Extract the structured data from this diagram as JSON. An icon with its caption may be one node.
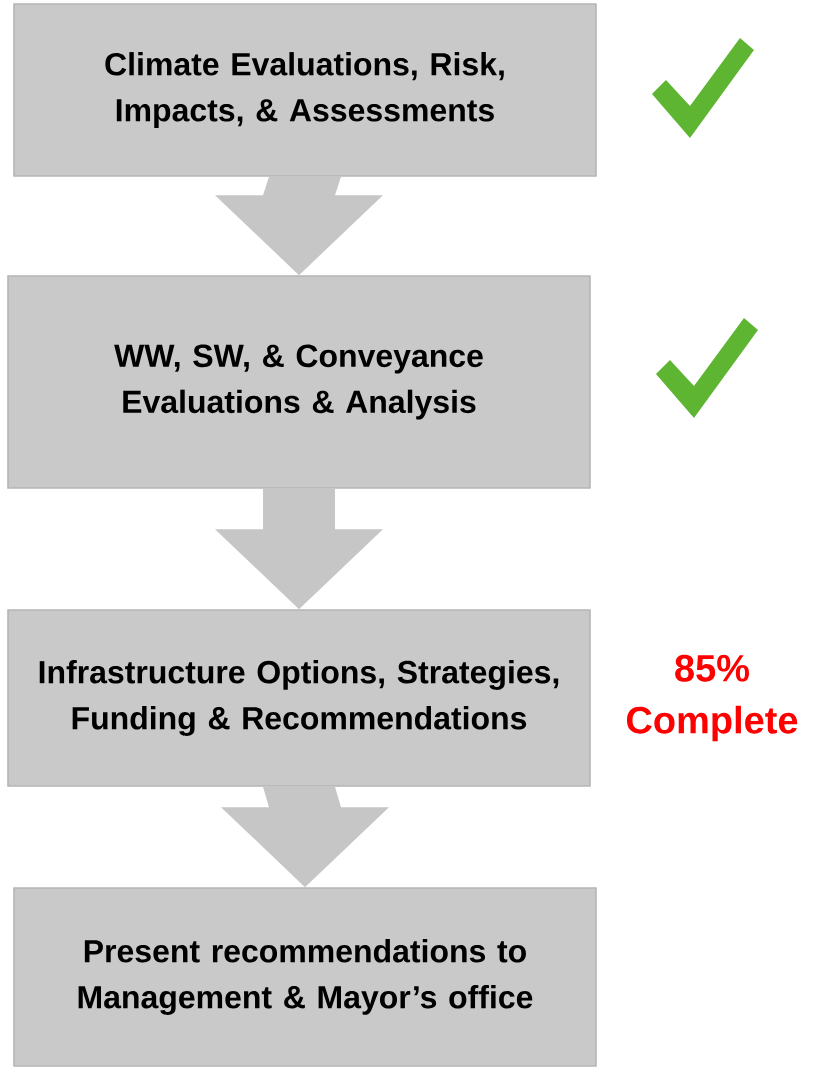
{
  "diagram": {
    "nodes": [
      {
        "text": [
          "Climate Evaluations, Risk, Impacts, & Assessments"
        ]
      },
      {
        "text": [
          "WW, SW, & Conveyance Evaluations & Analysis"
        ]
      },
      {
        "text": [
          "Infrastructure Options, Strategies, Funding & Recommendations"
        ],
        "beside": [
          "85% Complete"
        ]
      },
      {
        "text": [
          "Present recommendations to Management & Mayor’s office"
        ]
      }
    ],
    "edges": [
      {
        "from": 0,
        "to": 1,
        "arrow": "to"
      },
      {
        "from": 1,
        "to": 2,
        "arrow": "to"
      },
      {
        "from": 2,
        "to": 3,
        "arrow": "to"
      }
    ]
  }
}
